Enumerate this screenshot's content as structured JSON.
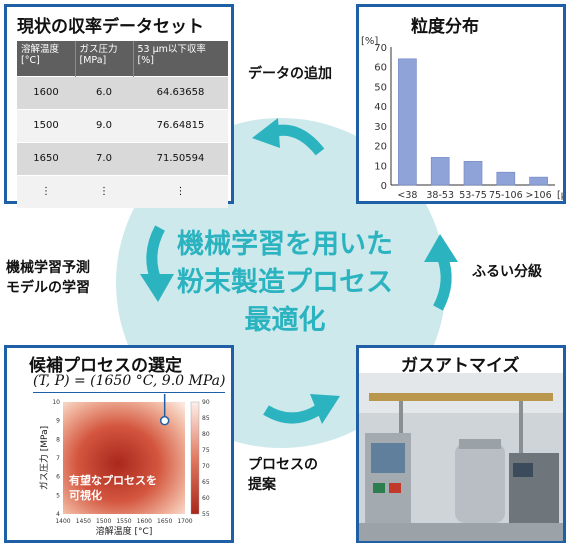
{
  "center": {
    "line1": "機械学習を用いた",
    "line2": "粉末製造プロセス",
    "line3": "最適化"
  },
  "labels": {
    "data_add": "データの追加",
    "ml_train_line1": "機械学習予測",
    "ml_train_line2": "モデルの学習",
    "sieve": "ふるい分級",
    "propose_line1": "プロセスの",
    "propose_line2": "提案"
  },
  "data_panel": {
    "title": "現状の収率データセット",
    "headers": [
      {
        "line1": "溶解温度",
        "line2": "[°C]"
      },
      {
        "line1": "ガス圧力",
        "line2": "[MPa]"
      },
      {
        "line1": "53 μm以下収率",
        "line2": "[%]"
      }
    ],
    "rows": [
      [
        "1600",
        "6.0",
        "64.63658"
      ],
      [
        "1500",
        "9.0",
        "76.64815"
      ],
      [
        "1650",
        "7.0",
        "71.50594"
      ],
      [
        "⋮",
        "⋮",
        "⋮"
      ]
    ]
  },
  "hist_panel": {
    "title": "粒度分布"
  },
  "chart_data": [
    {
      "type": "bar",
      "title": "粒度分布",
      "ylabel": "[%]",
      "xlabel": "[μm]",
      "categories": [
        "<38",
        "38-53",
        "53-75",
        "75-106",
        ">106"
      ],
      "values": [
        64,
        14,
        12,
        6.5,
        4
      ],
      "ylim": [
        0,
        70
      ],
      "yticks": [
        "0",
        "10",
        "20",
        "30",
        "40",
        "50",
        "60",
        "70"
      ],
      "bar_color": "#8fa3d8"
    },
    {
      "type": "heatmap",
      "xlabel": "溶解温度 [°C]",
      "ylabel": "ガス圧力 [MPa]",
      "xticks": [
        "1400",
        "1450",
        "1500",
        "1550",
        "1600",
        "1650",
        "1700"
      ],
      "yticks": [
        "4",
        "5",
        "6",
        "7",
        "8",
        "9",
        "10"
      ],
      "colorbar_ticks": [
        "55",
        "60",
        "65",
        "70",
        "75",
        "80",
        "85",
        "90"
      ],
      "selected_point": {
        "x": 1650,
        "y": 9.0
      }
    }
  ],
  "cand_panel": {
    "title": "候補プロセスの選定",
    "formula": "(T, P) = (1650 °C, 9.0 MPa)",
    "overlay_line1": "有望なプロセスを",
    "overlay_line2": "可視化"
  },
  "atom_panel": {
    "title": "ガスアトマイズ"
  },
  "colors": {
    "accent_teal": "#2cb3c0",
    "panel_border": "#1f5fa6",
    "circle_bg": "#cde9ec"
  }
}
